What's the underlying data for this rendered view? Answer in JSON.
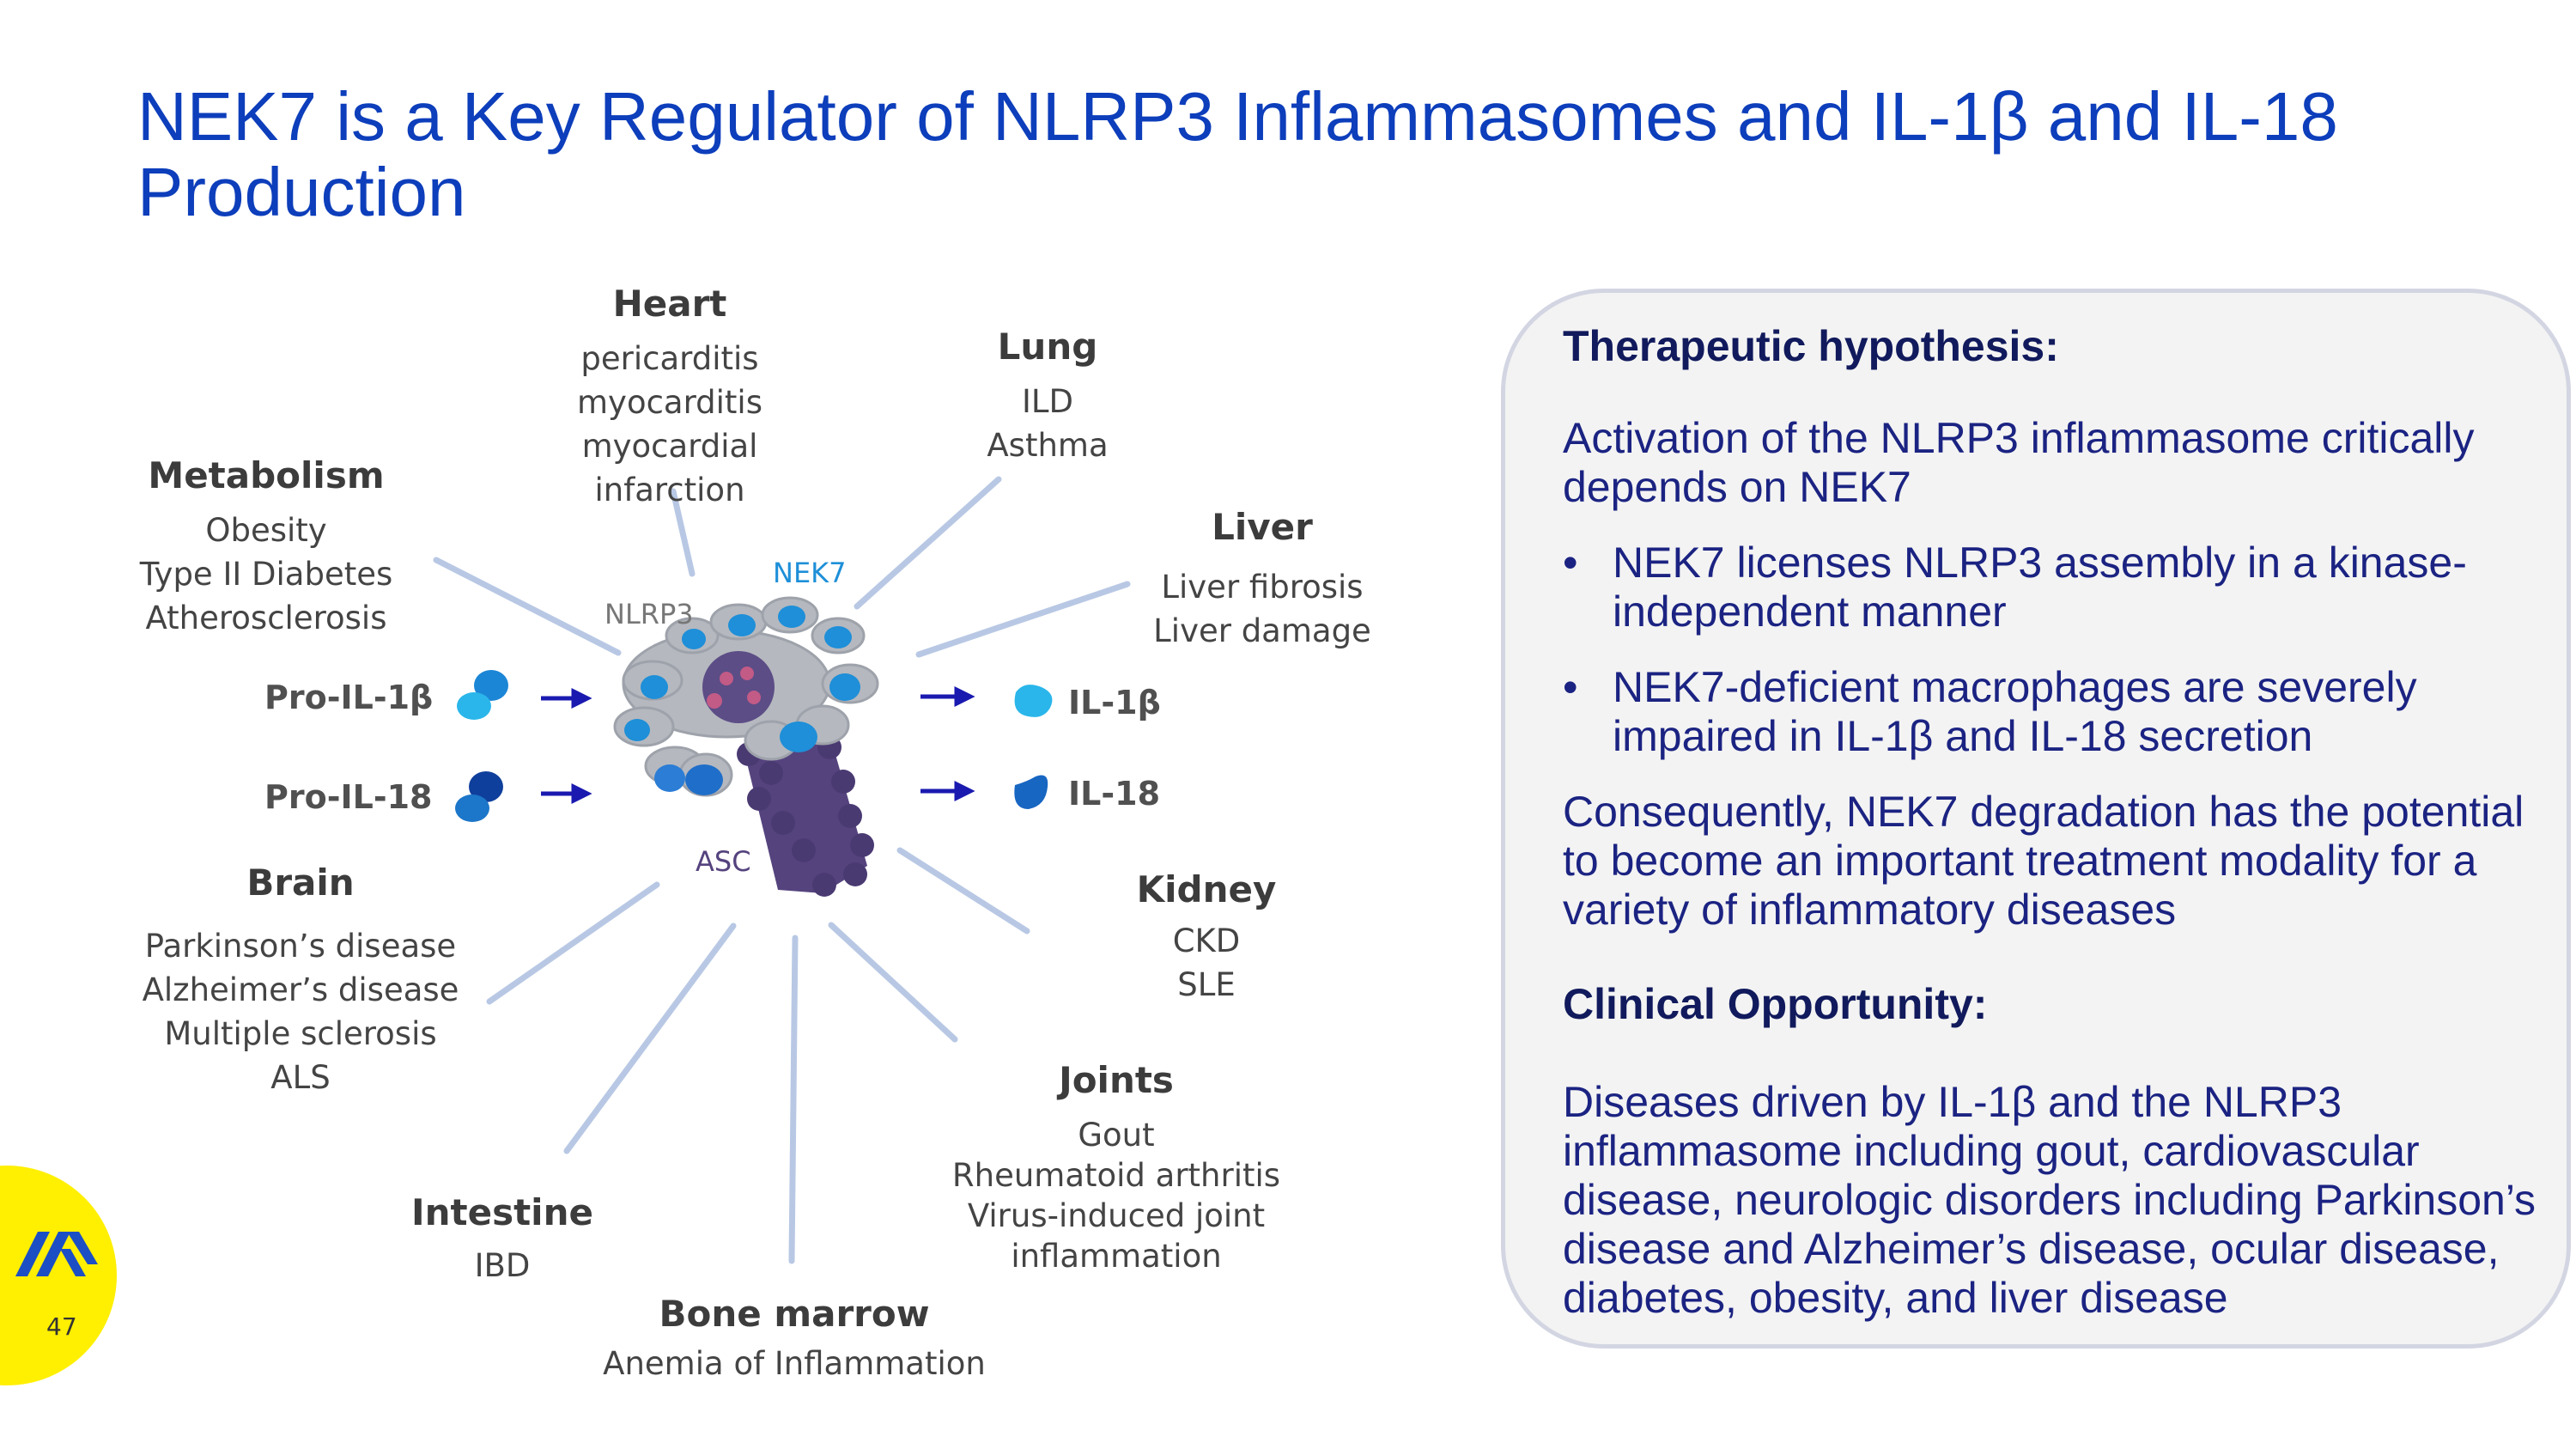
{
  "title": "NEK7 is a Key Regulator of NLRP3 Inflammasomes and IL-1β and IL-18 Production",
  "diagram": {
    "heart": {
      "head": "Heart",
      "items": [
        "pericarditis",
        "myocarditis",
        "myocardial infarction"
      ]
    },
    "lung": {
      "head": "Lung",
      "items": [
        "ILD",
        "Asthma"
      ]
    },
    "liver": {
      "head": "Liver",
      "items": [
        "Liver fibrosis",
        "Liver damage"
      ]
    },
    "metabolism": {
      "head": "Metabolism",
      "items": [
        "Obesity",
        "Type II Diabetes",
        "Atherosclerosis"
      ]
    },
    "brain": {
      "head": "Brain",
      "items": [
        "Parkinson’s disease",
        "Alzheimer’s disease",
        "Multiple sclerosis",
        "ALS"
      ]
    },
    "kidney": {
      "head": "Kidney",
      "items": [
        "CKD",
        "SLE"
      ]
    },
    "joints": {
      "head": "Joints",
      "items": [
        "Gout",
        "Rheumatoid arthritis",
        "Virus-induced joint",
        "inflammation"
      ]
    },
    "intestine": {
      "head": "Intestine",
      "items": [
        "IBD"
      ]
    },
    "bone_marrow": {
      "head": "Bone marrow",
      "items": [
        "Anemia of Inflammation"
      ]
    },
    "molecules": {
      "pro_il1b": "Pro-IL-1β",
      "pro_il18": "Pro-IL-18",
      "il1b": "IL-1β",
      "il18": "IL-18",
      "nlrp3": "NLRP3",
      "nek7": "NEK7",
      "asc": "ASC"
    }
  },
  "panel": {
    "heading1": "Therapeutic hypothesis:",
    "p1": "Activation of the NLRP3 inflammasome critically depends on NEK7",
    "bullet_char": "•",
    "bullets": [
      "NEK7 licenses NLRP3 assembly in a kinase-independent manner",
      "NEK7-deficient macrophages are severely impaired in IL-1β and IL-18 secretion"
    ],
    "p2": "Consequently, NEK7 degradation has the potential to become an important treatment modality for a variety of inflammatory diseases",
    "heading2": "Clinical Opportunity:",
    "p3": "Diseases driven by IL-1β and the NLRP3 inflammasome including gout, cardiovascular disease, neurologic disorders including Parkinson’s disease and Alzheimer’s disease, ocular disease, diabetes, obesity, and liver disease"
  },
  "footer": {
    "page_number": "47"
  },
  "colors": {
    "title": "#0d3ebb",
    "panel_text": "#1b2382",
    "panel_heading": "#111a5c",
    "badge": "#ffef00",
    "spoke": "#b8c8e4",
    "arrow": "#1a1ab0",
    "asc": "#55437e",
    "nek7": "#1e8fd8"
  }
}
